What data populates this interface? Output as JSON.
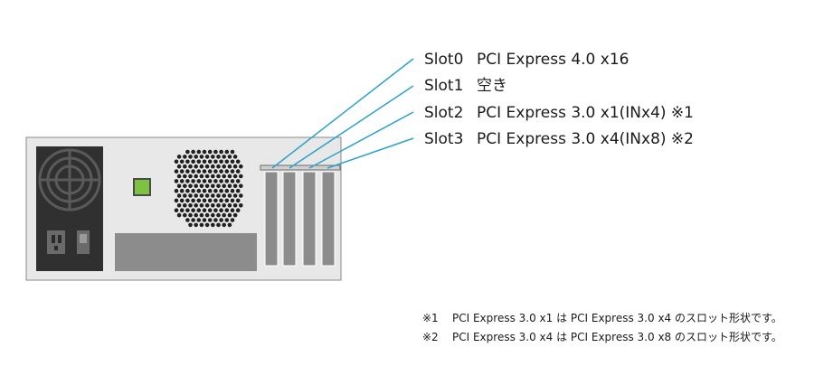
{
  "slots": [
    {
      "name": "Slot0",
      "desc": "PCI Express 4.0 x16"
    },
    {
      "name": "Slot1",
      "desc": "空き"
    },
    {
      "name": "Slot2",
      "desc": "PCI Express 3.0 x1(INx4) ※1"
    },
    {
      "name": "Slot3",
      "desc": "PCI Express 3.0 x4(INx8) ※2"
    }
  ],
  "notes": [
    {
      "mark": "※1",
      "text": "PCI Express 3.0 x1 は PCI Express 3.0 x4 のスロット形状です。"
    },
    {
      "mark": "※2",
      "text": "PCI Express 3.0 x4 は PCI Express 3.0 x8 のスロット形状です。"
    }
  ],
  "colors": {
    "chassis": "#e8e8e8",
    "chassis_border": "#8a8a8a",
    "psu": "#303030",
    "slot_cover": "#8c8c8c",
    "leader_line": "#2aa3c8",
    "led": "#7ec241",
    "grill_hole": "#202020"
  },
  "icons": [
    "psu-fan-icon",
    "power-socket-icon",
    "power-switch-icon",
    "led-indicator-icon",
    "vent-grill-icon"
  ]
}
